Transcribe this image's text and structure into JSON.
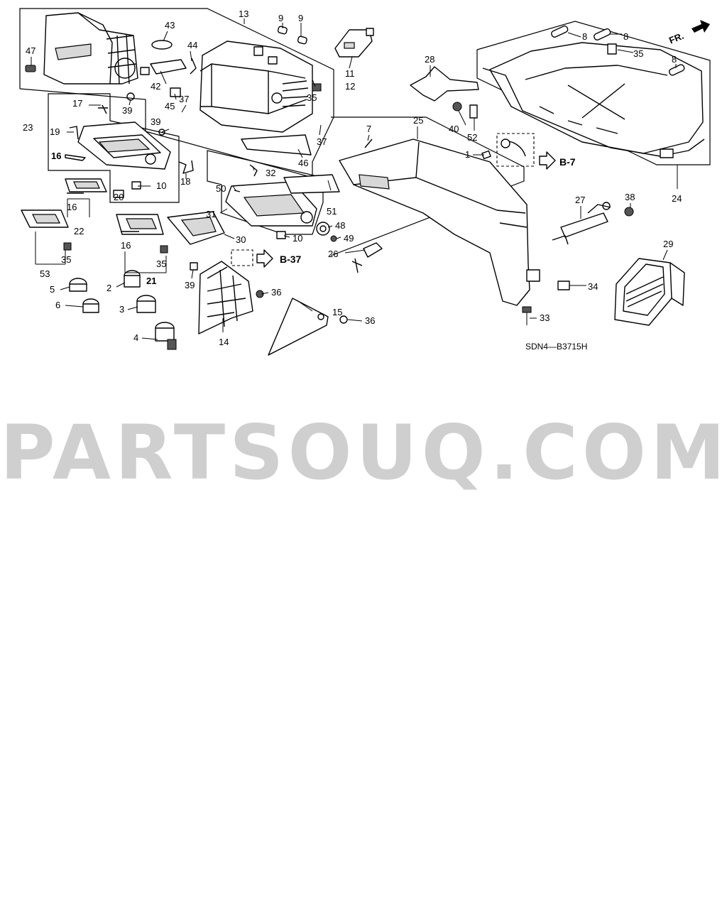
{
  "diagram": {
    "code": "SDN4—B3715H",
    "front_arrow_label": "FR.",
    "refs": {
      "b7": "B-7",
      "b37": "B-37"
    },
    "callouts": [
      {
        "id": "c1",
        "text": "1"
      },
      {
        "id": "c2",
        "text": "2"
      },
      {
        "id": "c3",
        "text": "3"
      },
      {
        "id": "c4",
        "text": "4"
      },
      {
        "id": "c5",
        "text": "5"
      },
      {
        "id": "c6",
        "text": "6"
      },
      {
        "id": "c7",
        "text": "7"
      },
      {
        "id": "c8a",
        "text": "8"
      },
      {
        "id": "c8b",
        "text": "8"
      },
      {
        "id": "c8c",
        "text": "8"
      },
      {
        "id": "c9a",
        "text": "9"
      },
      {
        "id": "c9b",
        "text": "9"
      },
      {
        "id": "c10a",
        "text": "10"
      },
      {
        "id": "c10b",
        "text": "10"
      },
      {
        "id": "c11",
        "text": "11"
      },
      {
        "id": "c12",
        "text": "12"
      },
      {
        "id": "c13",
        "text": "13"
      },
      {
        "id": "c14",
        "text": "14"
      },
      {
        "id": "c15",
        "text": "15"
      },
      {
        "id": "c16a",
        "text": "16"
      },
      {
        "id": "c16b",
        "text": "16"
      },
      {
        "id": "c16c",
        "text": "16"
      },
      {
        "id": "c17",
        "text": "17"
      },
      {
        "id": "c18",
        "text": "18"
      },
      {
        "id": "c19",
        "text": "19"
      },
      {
        "id": "c20",
        "text": "20"
      },
      {
        "id": "c21",
        "text": "21"
      },
      {
        "id": "c22",
        "text": "22"
      },
      {
        "id": "c23",
        "text": "23"
      },
      {
        "id": "c24",
        "text": "24"
      },
      {
        "id": "c25",
        "text": "25"
      },
      {
        "id": "c26",
        "text": "26"
      },
      {
        "id": "c27",
        "text": "27"
      },
      {
        "id": "c28",
        "text": "28"
      },
      {
        "id": "c29",
        "text": "29"
      },
      {
        "id": "c30",
        "text": "30"
      },
      {
        "id": "c31",
        "text": "31"
      },
      {
        "id": "c32",
        "text": "32"
      },
      {
        "id": "c33",
        "text": "33"
      },
      {
        "id": "c34",
        "text": "34"
      },
      {
        "id": "c35a",
        "text": "35"
      },
      {
        "id": "c35b",
        "text": "35"
      },
      {
        "id": "c35c",
        "text": "35"
      },
      {
        "id": "c35d",
        "text": "35"
      },
      {
        "id": "c36a",
        "text": "36"
      },
      {
        "id": "c36b",
        "text": "36"
      },
      {
        "id": "c37a",
        "text": "37"
      },
      {
        "id": "c37b",
        "text": "37"
      },
      {
        "id": "c38",
        "text": "38"
      },
      {
        "id": "c39a",
        "text": "39"
      },
      {
        "id": "c39b",
        "text": "39"
      },
      {
        "id": "c39c",
        "text": "39"
      },
      {
        "id": "c40",
        "text": "40"
      },
      {
        "id": "c42",
        "text": "42"
      },
      {
        "id": "c43",
        "text": "43"
      },
      {
        "id": "c44",
        "text": "44"
      },
      {
        "id": "c45",
        "text": "45"
      },
      {
        "id": "c46",
        "text": "46"
      },
      {
        "id": "c47",
        "text": "47"
      },
      {
        "id": "c48",
        "text": "48"
      },
      {
        "id": "c49",
        "text": "49"
      },
      {
        "id": "c50",
        "text": "50"
      },
      {
        "id": "c51",
        "text": "51"
      },
      {
        "id": "c52",
        "text": "52"
      },
      {
        "id": "c53",
        "text": "53"
      }
    ]
  },
  "watermark": {
    "text": "PARTSOUQ.COM"
  }
}
